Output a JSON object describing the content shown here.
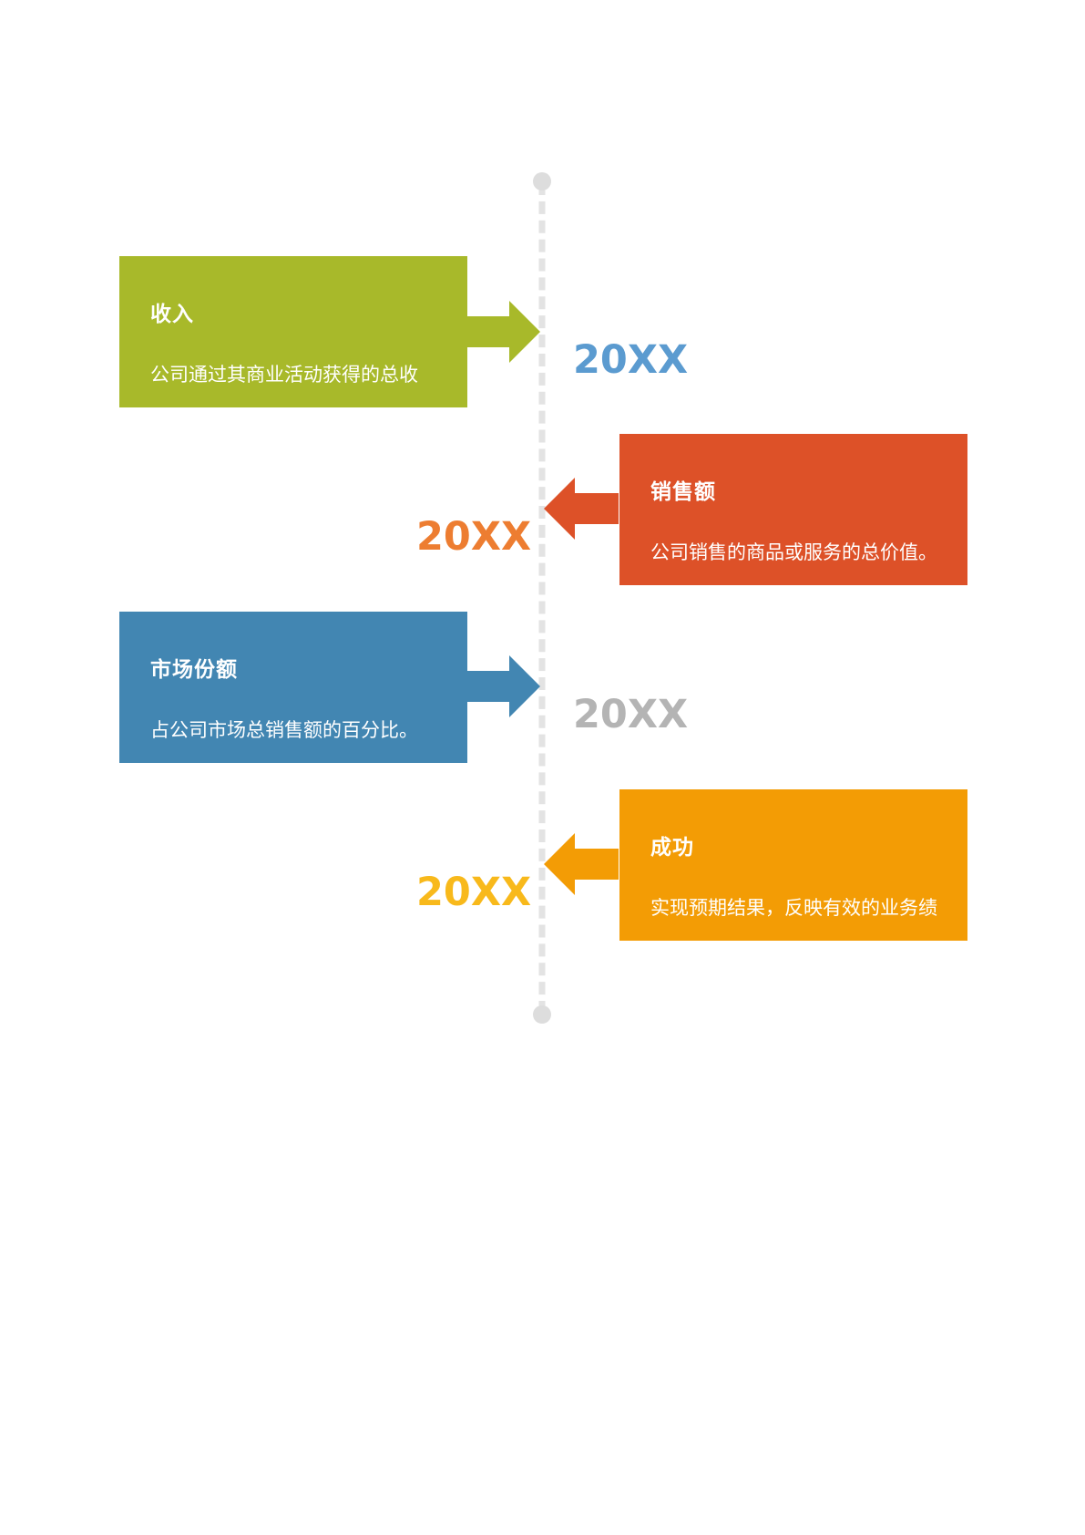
{
  "items": [
    {
      "side": "left",
      "title": "收入",
      "description": "公司通过其商业活动获得的总收",
      "year": "20XX",
      "card_color": "#a8b92a",
      "year_color": "#5b9bd0"
    },
    {
      "side": "right",
      "title": "销售额",
      "description": "公司销售的商品或服务的总价值。",
      "year": "20XX",
      "card_color": "#dd5128",
      "year_color": "#ed7d31"
    },
    {
      "side": "left",
      "title": "市场份额",
      "description": "占公司市场总销售额的百分比。",
      "year": "20XX",
      "card_color": "#4286b2",
      "year_color": "#b4b4b4"
    },
    {
      "side": "right",
      "title": "成功",
      "description": "实现预期结果，反映有效的业务绩",
      "year": "20XX",
      "card_color": "#f39c05",
      "year_color": "#f8b91b"
    }
  ]
}
